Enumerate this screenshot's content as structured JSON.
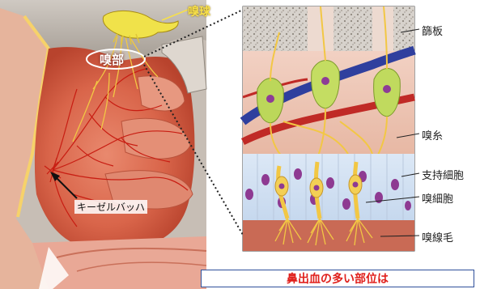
{
  "labels": {
    "olfactory_bulb": "嗅球",
    "olfactory_region": "嗅部",
    "kiesselbach": "キーゼルバッハ",
    "cribriform_plate": "篩板",
    "olfactory_nerve": "嗅糸",
    "supporting_cell": "支持細胞",
    "olfactory_cell": "嗅細胞",
    "olfactory_cilia": "嗅線毛"
  },
  "caption": "鼻出血の多い部位は",
  "colors": {
    "label_bulb": "#f7e04a",
    "caption_text": "#e0201c",
    "caption_border": "#2e4f9a",
    "vessel": "#d8241a",
    "nerve": "#f2c744"
  }
}
